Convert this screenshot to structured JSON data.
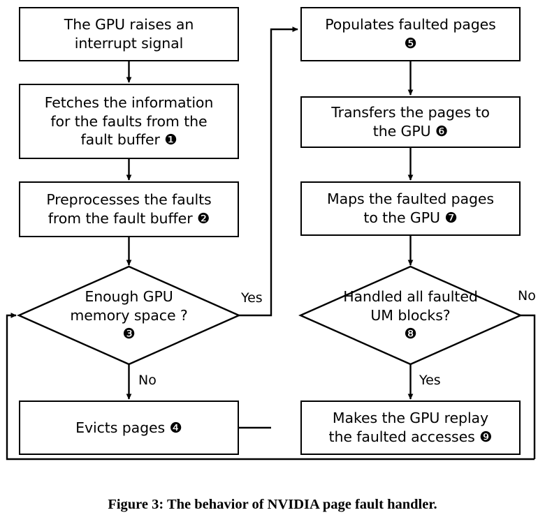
{
  "figure": {
    "caption": "Figure 3: The behavior of NVIDIA page fault handler.",
    "colors": {
      "line": "#000000",
      "background": "#ffffff",
      "text": "#000000"
    }
  },
  "nodes": {
    "n1": {
      "id": "interrupt",
      "shape": "process",
      "line1": "The GPU raises an",
      "line2": "interrupt signal",
      "marker": ""
    },
    "n2": {
      "id": "fetch-info",
      "shape": "process",
      "line1": "Fetches the information",
      "line2": "for the faults from the",
      "line3": "fault buffer",
      "marker": "❶"
    },
    "n3": {
      "id": "preprocess",
      "shape": "process",
      "line1": "Preprocesses the faults",
      "line2": "from the fault buffer",
      "marker": "❷"
    },
    "n4": {
      "id": "enough-memory",
      "shape": "decision",
      "line1": "Enough GPU",
      "line2": "memory space ?",
      "marker": "❸"
    },
    "n5": {
      "id": "evicts-pages",
      "shape": "process",
      "line1": "Evicts pages",
      "marker": "❹"
    },
    "n6": {
      "id": "populates-pages",
      "shape": "process",
      "line1": "Populates faulted pages",
      "marker": "❺"
    },
    "n7": {
      "id": "transfers-pages",
      "shape": "process",
      "line1": "Transfers the pages to",
      "line2": "the GPU",
      "marker": "❻"
    },
    "n8": {
      "id": "maps-pages",
      "shape": "process",
      "line1": "Maps the faulted pages",
      "line2": "to the GPU",
      "marker": "❼"
    },
    "n9": {
      "id": "handled-all",
      "shape": "decision",
      "line1": "Handled all faulted",
      "line2": "UM blocks?",
      "marker": "❽"
    },
    "n10": {
      "id": "replay-accesses",
      "shape": "process",
      "line1": "Makes the GPU replay",
      "line2": "the faulted accesses",
      "marker": "❾"
    }
  },
  "edge_labels": {
    "enough_memory_yes": "Yes",
    "enough_memory_no": "No",
    "handled_all_no": "No",
    "handled_all_yes": "Yes"
  }
}
